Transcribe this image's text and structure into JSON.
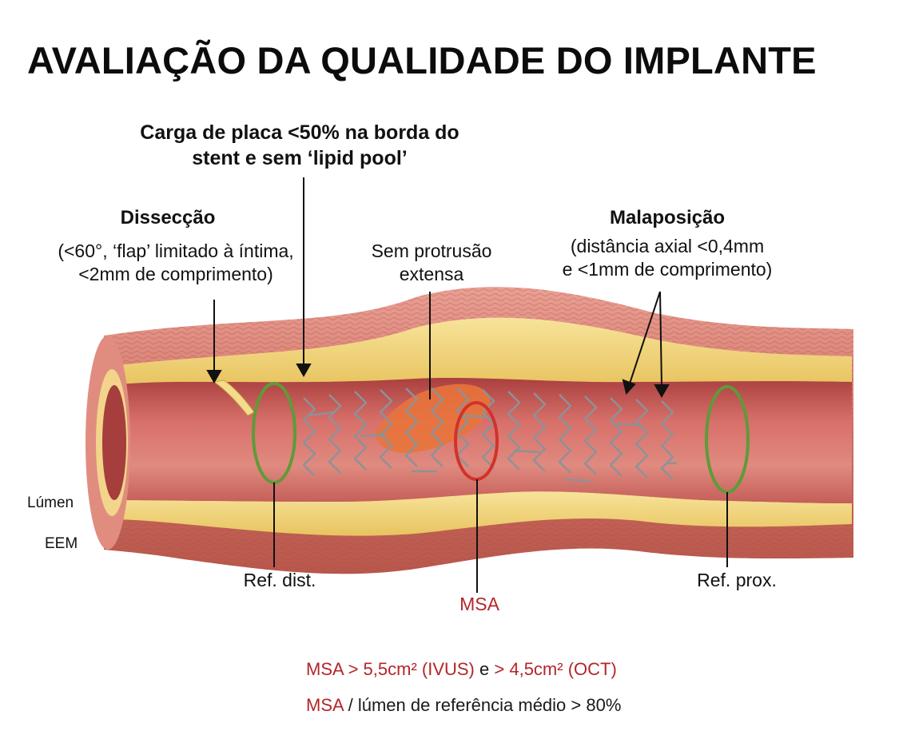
{
  "title": "AVALIAÇÃO DA QUALIDADE DO IMPLANTE",
  "callouts": {
    "plaque_line1": "Carga de placa <50% na borda do",
    "plaque_line2": "stent e sem ‘lipid pool’",
    "dissection_title": "Dissecção",
    "dissection_line1": "(<60°, ‘flap’ limitado à íntima,",
    "dissection_line2": "<2mm de comprimento)",
    "protrusion_line1": "Sem protrusão",
    "protrusion_line2": "extensa",
    "malapposition_title": "Malaposição",
    "malapposition_line1": "(distância axial <0,4mm",
    "malapposition_line2": "e <1mm de comprimento)"
  },
  "side_labels": {
    "lumen": "Lúmen",
    "eem": "EEM"
  },
  "reference_labels": {
    "distal": "Ref. dist.",
    "proximal": "Ref. prox.",
    "msa": "MSA"
  },
  "criteria": {
    "line1_msa": "MSA > 5,5cm² (IVUS)",
    "line1_and": "e",
    "line1_oct": "> 4,5cm² (OCT)",
    "line2_msa": "MSA",
    "line2_rest": "/ lúmen de referência médio > 80%"
  },
  "colors": {
    "title": "#0c0c0c",
    "msa_accent": "#b3262a",
    "reference_ring": "#5f9a3a",
    "msa_ring": "#d2322a",
    "vessel_wall": "#d77a6c",
    "plaque": "#f0d37a",
    "lumen": "#c9565a",
    "stent": "#9aa0a6",
    "protrusion": "#e8743a"
  }
}
